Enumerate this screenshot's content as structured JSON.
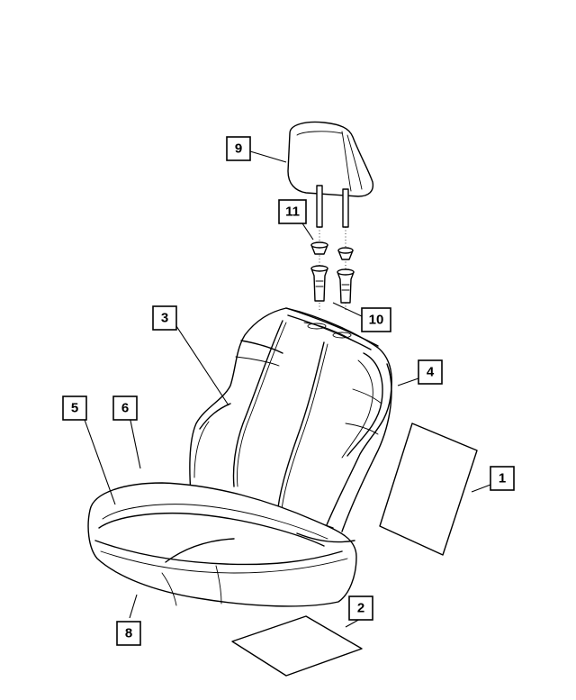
{
  "callouts": [
    {
      "id": "1",
      "label": "1"
    },
    {
      "id": "2",
      "label": "2"
    },
    {
      "id": "3",
      "label": "3"
    },
    {
      "id": "4",
      "label": "4"
    },
    {
      "id": "5",
      "label": "5"
    },
    {
      "id": "6",
      "label": "6"
    },
    {
      "id": "8",
      "label": "8"
    },
    {
      "id": "9",
      "label": "9"
    },
    {
      "id": "10",
      "label": "10"
    },
    {
      "id": "11",
      "label": "11"
    }
  ],
  "parts": [
    "headrest",
    "headrest-guide-sleeves",
    "seat-back-cover",
    "seat-cushion-cover",
    "seat-back-pad",
    "seat-cushion-pad"
  ]
}
